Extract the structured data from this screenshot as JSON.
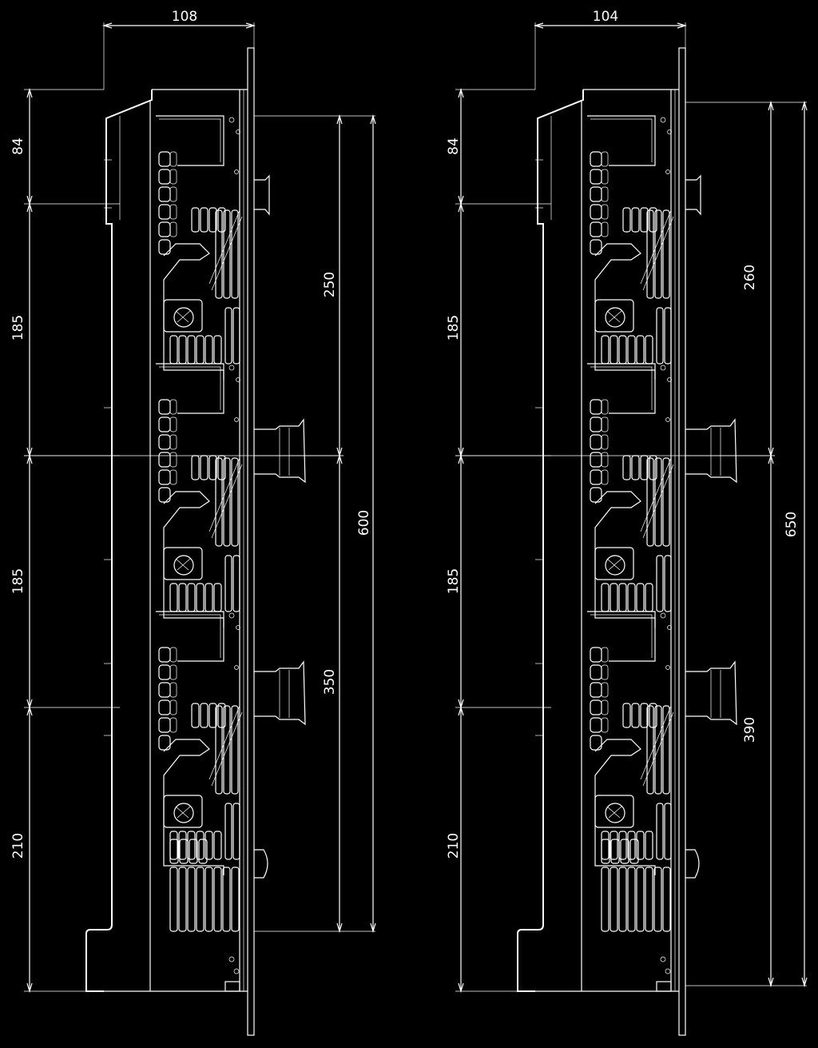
{
  "diagram": {
    "left_view": {
      "width_dim": "108",
      "left_dims": [
        "84",
        "185",
        "185",
        "210"
      ],
      "right_inner_dims": [
        "250",
        "350"
      ],
      "right_outer_dim": "600"
    },
    "right_view": {
      "width_dim": "104",
      "left_dims": [
        "84",
        "185",
        "185",
        "210"
      ],
      "right_inner_dims": [
        "260",
        "390"
      ],
      "right_outer_dim": "650"
    }
  }
}
